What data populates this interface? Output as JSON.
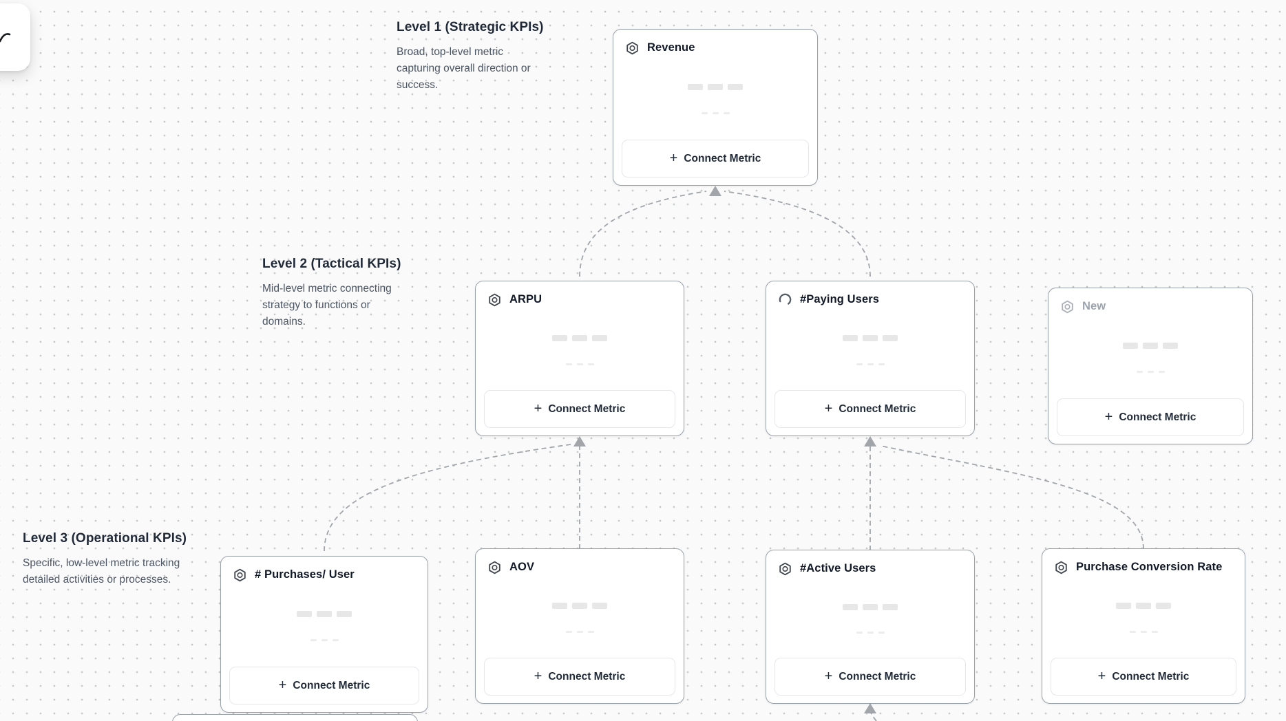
{
  "colors": {
    "canvas_bg": "#fafafa",
    "grid_dot": "#c6c8ca",
    "card_border": "#99a2aa",
    "card_title": "#111827",
    "muted_title": "#9ca3af",
    "level_desc": "#4b5563",
    "connector": "#a0a5aa",
    "skeleton": "#e7e7e7",
    "arrowhead": "#a2a6ab"
  },
  "levels": [
    {
      "title": "Level 1 (Strategic KPIs)",
      "description": "Broad, top-level metric capturing overall direction or success."
    },
    {
      "title": "Level 2 (Tactical KPIs)",
      "description": "Mid-level metric connecting strategy to functions or domains."
    },
    {
      "title": "Level 3 (Operational KPIs)",
      "description": "Specific, low-level metric tracking detailed activities or processes."
    }
  ],
  "cards": [
    {
      "title": "Revenue",
      "icon": "hexagon",
      "button_label": "Connect Metric"
    },
    {
      "title": "ARPU",
      "icon": "hexagon",
      "button_label": "Connect Metric"
    },
    {
      "title": "#Paying Users",
      "icon": "spinner",
      "button_label": "Connect Metric"
    },
    {
      "title": "New",
      "icon": "hexagon",
      "muted": true,
      "button_label": "Connect Metric"
    },
    {
      "title": "# Purchases/ User",
      "icon": "hexagon",
      "button_label": "Connect Metric"
    },
    {
      "title": "AOV",
      "icon": "hexagon",
      "button_label": "Connect Metric"
    },
    {
      "title": "#Active Users",
      "icon": "hexagon",
      "button_label": "Connect Metric"
    },
    {
      "title": "Purchase Conversion Rate",
      "icon": "hexagon",
      "button_label": "Connect Metric"
    }
  ]
}
